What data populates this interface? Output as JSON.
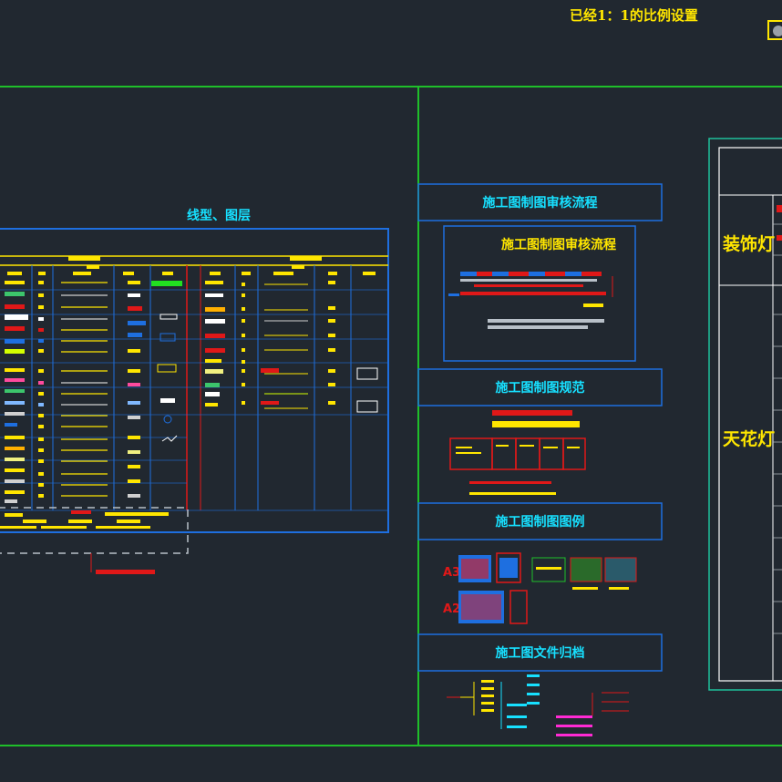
{
  "top_note": "已经1：1的比例设置",
  "left_panel": {
    "title": "线型、图层"
  },
  "middle_panel": {
    "sections": [
      {
        "title": "施工图制图审核流程"
      },
      {
        "title": "施工图制图审核流程"
      },
      {
        "title": "施工图制图规范"
      },
      {
        "title": "施工图制图图例"
      },
      {
        "title": "施工图文件归档"
      }
    ],
    "paper_labels": [
      "A3",
      "A2"
    ]
  },
  "right_panel": {
    "labels": [
      "装饰灯",
      "天花灯"
    ]
  },
  "colors": {
    "background": "#212830",
    "frame_green": "#1fbf2a",
    "title_cyan": "#17e0ff",
    "label_yellow": "#ffe600",
    "border_blue": "#1e6fe0"
  }
}
